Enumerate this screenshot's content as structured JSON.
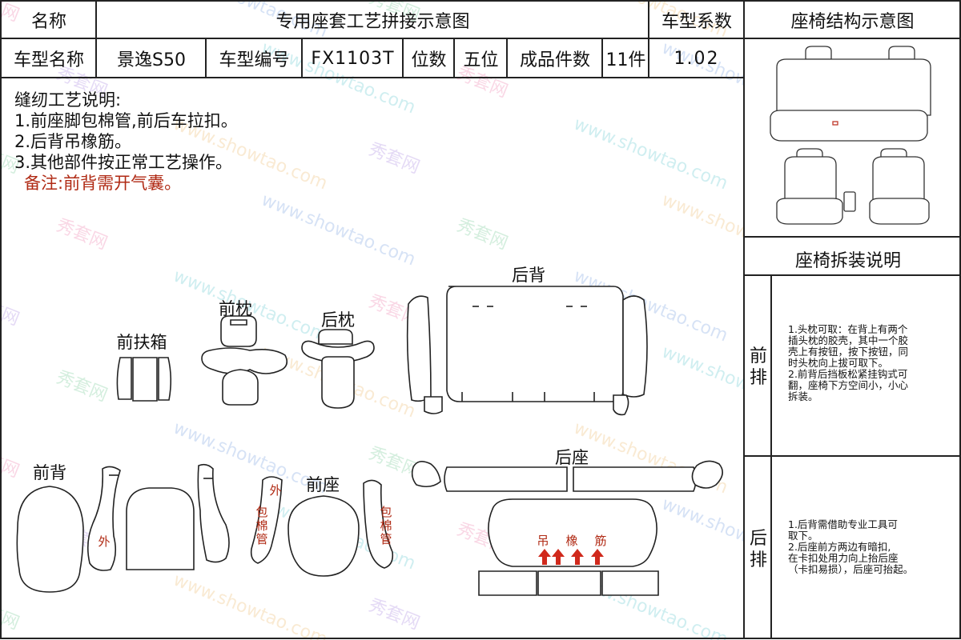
{
  "header": {
    "name_label": "名称",
    "title": "专用座套工艺拼接示意图",
    "coef_label": "车型系数",
    "structure_title": "座椅结构示意图"
  },
  "info": {
    "model_name_label": "车型名称",
    "model_name": "景逸S50",
    "model_code_label": "车型编号",
    "model_code": "FX1103T",
    "seats_label": "位数",
    "seats": "五位",
    "pieces_label": "成品件数",
    "pieces": "11件",
    "coefficient": "1.02"
  },
  "notes": {
    "title": "缝纫工艺说明:",
    "items": [
      "1.前座脚包棉管,前后车拉扣。",
      "2.后背吊橡筋。",
      "3.其他部件按正常工艺操作。"
    ],
    "remark": "备注:前背需开气囊。"
  },
  "parts": {
    "front_armrest": "前扶箱",
    "front_headrest": "前枕",
    "rear_headrest": "后枕",
    "rear_back": "后背",
    "front_back": "前背",
    "front_seat": "前座",
    "rear_seat": "后座",
    "outer": "外",
    "cotton_tube": "包棉管",
    "elastic_chars": [
      "吊",
      "橡",
      "筋"
    ]
  },
  "disassembly": {
    "title": "座椅拆装说明",
    "front_label": "前排",
    "front_text": [
      "1.头枕可取：在背上有两个",
      "插头枕的胶壳，其中一个胶",
      "壳上有按钮，按下按钮，同",
      "时头枕向上拔可取下。",
      "2.前背后挡板松紧挂钩式可",
      "翻，座椅下方空间小，小心",
      "拆装。"
    ],
    "rear_label": "后排",
    "rear_text": [
      "1.后背需借助专业工具可",
      "取下。",
      "2.后座前方两边有暗扣,",
      "在卡扣处用力向上抬后座",
      "（卡扣易损），后座可抬起。"
    ]
  },
  "watermark": {
    "text_a": "秀套网",
    "text_b": "www.showtao.com"
  },
  "colors": {
    "line": "#222222",
    "accent_red": "#b02a14",
    "arrow_red": "#d0291c"
  }
}
